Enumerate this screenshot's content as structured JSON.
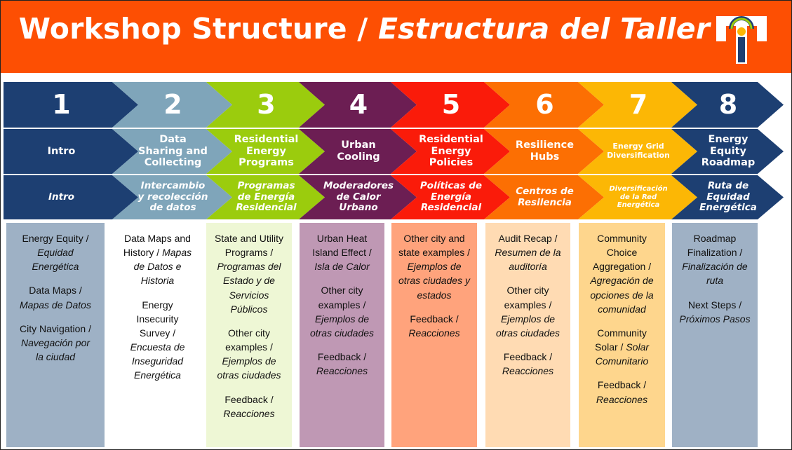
{
  "title": {
    "en": "Workshop Structure / ",
    "es": "Estructura del Taller"
  },
  "colors": {
    "banner": "#fd4f03",
    "steps": [
      "#1d3f72",
      "#7fa5ba",
      "#9bcc0d",
      "#6c1e53",
      "#fa1b0a",
      "#fc6f03",
      "#fcb705",
      "#1d3f72"
    ],
    "columns": [
      "#9eb1c5",
      "#ffffff",
      "#eef7d5",
      "#bf98b4",
      "#ffa37c",
      "#ffdbb3",
      "#fed68d",
      "#9fb1c5"
    ]
  },
  "steps": [
    {
      "num": "1",
      "en": "Intro",
      "es": "Intro",
      "content": [
        {
          "en": "Energy Equity /",
          "es": "Equidad\nEnergética"
        },
        {
          "en": "Data Maps /",
          "es": "Mapas de Datos"
        },
        {
          "en": "City Navigation /",
          "es": "Navegación por\nla ciudad"
        }
      ]
    },
    {
      "num": "2",
      "en": "Data\nSharing and\nCollecting",
      "es": "Intercambio\ny recolección\nde datos",
      "content": [
        {
          "en": "Data Maps and\nHistory / ",
          "es": "Mapas\nde Datos e\nHistoria"
        },
        {
          "en": "Energy\nInsecurity\nSurvey /",
          "es": "Encuesta de\nInseguridad\nEnergética"
        }
      ]
    },
    {
      "num": "3",
      "en": "Residential\nEnergy\nPrograms",
      "es": "Programas\nde Energía\nResidencial",
      "content": [
        {
          "en": "State and Utility\nPrograms /",
          "es": "Programas del\nEstado y de\nServicios\nPúblicos"
        },
        {
          "en": "Other city\nexamples /",
          "es": "Ejemplos de\notras ciudades"
        },
        {
          "en": "Feedback /",
          "es": "Reacciones"
        }
      ]
    },
    {
      "num": "4",
      "en": "Urban\nCooling",
      "es": "Moderadores\nde Calor\nUrbano",
      "content": [
        {
          "en": "Urban Heat\nIsland Effect /",
          "es": "Isla de Calor"
        },
        {
          "en": "Other city\nexamples /",
          "es": "Ejemplos de\notras ciudades"
        },
        {
          "en": "Feedback /",
          "es": "Reacciones"
        }
      ]
    },
    {
      "num": "5",
      "en": "Residential\nEnergy\nPolicies",
      "es": "Políticas de\nEnergía\nResidencial",
      "content": [
        {
          "en": "Other city and\nstate examples /",
          "es": "Ejemplos de\notras ciudades y\nestados"
        },
        {
          "en": "Feedback /",
          "es": "Reacciones"
        }
      ]
    },
    {
      "num": "6",
      "en": "Resilience\nHubs",
      "es": "Centros de\nResilencia",
      "content": [
        {
          "en": "Audit Recap /",
          "es": "Resumen de la\nauditoría"
        },
        {
          "en": "Other city\nexamples /",
          "es": "Ejemplos de\notras ciudades"
        },
        {
          "en": "Feedback /",
          "es": "Reacciones"
        }
      ]
    },
    {
      "num": "7",
      "en": "Energy Grid\nDiversification",
      "es": "Diversificación\nde la Red\nEnergética",
      "content": [
        {
          "en": "Community\nChoice\nAggregation /",
          "es": "Agregación de\nopciones de la\ncomunidad"
        },
        {
          "en": "Community\nSolar / ",
          "es": "Solar\nComunitario"
        },
        {
          "en": "Feedback /",
          "es": "Reacciones"
        }
      ]
    },
    {
      "num": "8",
      "en": "Energy\nEquity\nRoadmap",
      "es": "Ruta de\nEquidad\nEnergética",
      "content": [
        {
          "en": "Roadmap\nFinalization /",
          "es": "Finalización de\nruta"
        },
        {
          "en": "Next Steps /",
          "es": "Próximos Pasos"
        }
      ]
    }
  ]
}
